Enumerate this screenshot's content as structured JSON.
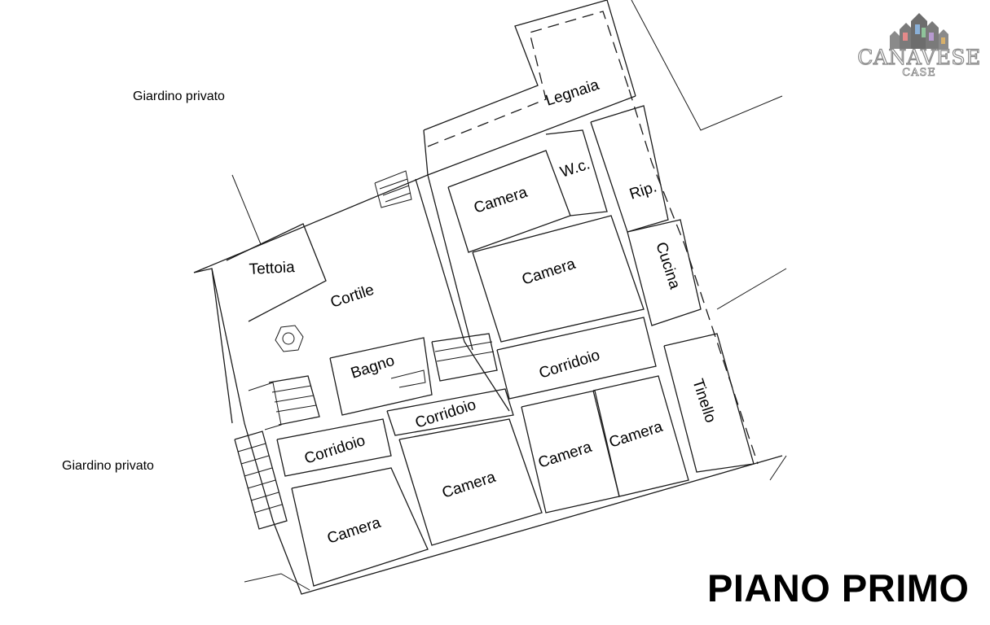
{
  "plan": {
    "title": "PIANO PRIMO",
    "gardens": [
      "Giardino privato",
      "Giardino privato"
    ],
    "rooms": {
      "legnaia": "Legnaia",
      "wc": "W.c.",
      "camera_top": "Camera",
      "rip": "Rip.",
      "tettoia": "Tettoia",
      "cortile": "Cortile",
      "camera_center": "Camera",
      "cucina": "Cucina",
      "bagno": "Bagno",
      "corridoio_right": "Corridoio",
      "tinello": "Tinello",
      "corridoio_mid": "Corridoio",
      "corridoio_left": "Corridoio",
      "camera_r1": "Camera",
      "camera_r2": "Camera",
      "camera_mid": "Camera",
      "camera_left": "Camera"
    }
  },
  "logo": {
    "name": "CANAVESE",
    "sub": "CASE",
    "colors": [
      "#e58a8a",
      "#8ab0d8",
      "#8fc49a",
      "#b79ad0",
      "#d8b06a"
    ]
  }
}
